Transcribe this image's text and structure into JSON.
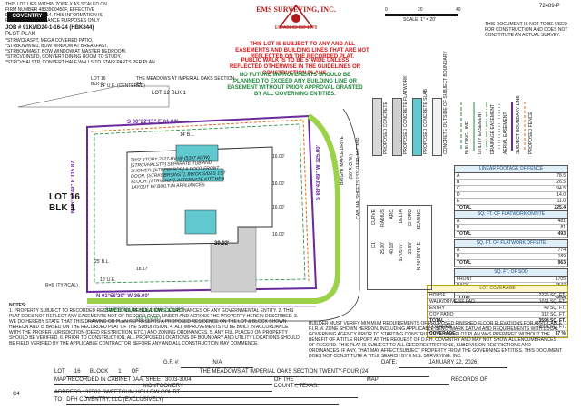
{
  "header": {
    "disclaimer_left": "THIS LOT LIES WITHIN ZONE X AS SCALED ON FIRM NUMBER 48339C0450F, EFFECTIVE DATE: APRIL 20, 2014. THIS INFORMATION IS FOR FLOOD INSURANCE PURPOSES ONLY AND IS NOT INTENDED TO IDENTIFY SPECIFIC FLOOD HAZARDS THAT MAY EXIST.",
    "builder_logo": "COVENTRY HOMES",
    "surveyor_name": "EMS SURVEYING, INC.",
    "surveyor_established": "ESTABLISHED 1978",
    "job_number": "72489-P",
    "scale_label": "SCALE: 1\" = 20'",
    "scale_ticks": [
      "0",
      "20",
      "40"
    ],
    "survey_note": "THIS DOCUMENT IS NOT TO BE USED FOR CONSTRUCTION AND DOES NOT CONSTITUTE AN ACTUAL SURVEY."
  },
  "job": {
    "job_line": "JOB # 91KMD24-1-16-24 (HBK844)",
    "plot_plan": "PLOT PLAN",
    "options": [
      "*STRWCEASPT, MEGA COVERED PATIO,",
      "*STRBOWWIN1, BOW WINDOW AT BREAKFAST,",
      "*STRBOWMAST, BOW WINDOW AT MASTER BEDROOM,",
      "*STRCVDINSTD, CONVERT DINING ROOM TO STUDY,",
      "*STRCVHALSTP, CONVERT HALF WALLS TO STAIR PARTS PER PLAN"
    ]
  },
  "notices": {
    "subject_to": "THIS LOT IS SUBJECT TO ANY AND ALL EASEMENTS AND BUILDING LINES THAT ARE NOT REFLECTED ON THE RECORDED PLAT.",
    "public_walk": "PUBLIC WALK IS TO BE 5' WIDE UNLESS REFLECTED OTHERWISE IN THE GUIDELINES OR CONSTRUCTION PLANS.",
    "future_improvements": "NO FUTURE IMPROVEMENTS SHOULD BE PLANNED TO EXCEED ANY BUILDING LINE OR EASEMENT WITHOUT PRIOR APPROVAL GRANTED BY ALL GOVERNING ENTITIES."
  },
  "legend_items": [
    "PROPOSED CONCRETE",
    "PROPOSED CONCRETE FLATWORK",
    "PROPOSED CONCRETE SLAB",
    "CONCRETE OUTSIDE OF SUBJECT BOUNDARY",
    "BUILDING LINE",
    "UTILITY EASEMENT",
    "DRAINAGE EASEMENT",
    "AERIAL EASEMENT",
    "SUBJECT BOUNDARY LINE",
    "PROPOSED FENCE"
  ],
  "fence_table": {
    "title": "LINEAR FOOTAGE OF FENCE",
    "rows": [
      [
        "A",
        "78.5"
      ],
      [
        "B",
        "26.5"
      ],
      [
        "C",
        "94.5"
      ],
      [
        "D",
        "14.0"
      ],
      [
        "E",
        "11.0"
      ]
    ],
    "total": [
      "TOTAL",
      "225.4"
    ]
  },
  "flatwork_onsite": {
    "title": "SQ. FT. OF FLATWORK ONSITE",
    "rows": [
      [
        "A",
        "481"
      ],
      [
        "B",
        "81"
      ]
    ],
    "total": [
      "TOTAL",
      "493"
    ]
  },
  "flatwork_offsite": {
    "title": "SQ. FT. OF FLATWORK OFFSITE",
    "rows": [
      [
        "A",
        "774"
      ],
      [
        "B",
        "189"
      ]
    ],
    "total": [
      "TOTAL",
      "963"
    ]
  },
  "sod": {
    "title": "SQ. FT. OF SOD",
    "rows": [
      [
        "FRONT",
        "1705"
      ],
      [
        "BACK",
        "2547"
      ],
      [
        "SIDE",
        "806"
      ]
    ],
    "total": [
      "TOTAL",
      "5058"
    ]
  },
  "lot_coverage": {
    "title": "LOT COVERAGE",
    "rows": [
      [
        "HOUSE",
        "2226 SQ. FT."
      ],
      [
        "WALK/DRIVE/SF PAD",
        "1011 SQ. FT."
      ],
      [
        "ENTRY",
        "49 SQ. FT."
      ],
      [
        "COV PATIO",
        "312 SQ. FT."
      ],
      [
        "TOTAL",
        "3598 SQ. FT."
      ],
      [
        "LOT AREA",
        "9591 SQ. FT."
      ],
      [
        "COVERAGE",
        "37 %"
      ]
    ]
  },
  "plan": {
    "block_label": "LOT 12 BLK 1",
    "top_labels": [
      "LOT 16",
      "BLK 1",
      "THE MEADOWS AT IMPERIAL OAKS SECTION 24"
    ],
    "bearing_top": "S 00°22'15\" E  61.02'",
    "bearing_bottom": "N 01°56'20\" W  36.00'",
    "bearing_left": "N 86°32'49\" E 115.87'",
    "bearing_right": "S 88°43'49\" W 125.00'",
    "lot_label_left": "LOT 16",
    "blk_label_left": "BLK 1",
    "house_text": "TWO STORY 2527-HV-90 (5397 AL/W) [STRCVHALSTP] SEPARATE TUB AND SHOWER, [STRPEKRDR] & FOOT FRONT DOOR, [STRKOBRSINST], BRICK SIDES 1ST FLOOR, [STRVLN2T], ALTERNATE KITCHEN LAYOUT W/ BUILT-IN APPLIANCES",
    "house_width": "39.92'",
    "easement_top": "14' U.E. (CENTERED)",
    "dims": [
      "14' B.L.",
      "16.00'",
      "16.00'",
      "16.00'",
      "16.00'",
      "25' B.L.",
      "18.17'",
      "10' U.E."
    ],
    "street_name": "BRIGHT MAPLE DRIVE",
    "street_row": "(50' R.O.W.)",
    "street_cab": "CAB. NA, SHEETS 1331/1332, M.C.M.R.",
    "radius": "R=5' (TYPICAL)",
    "bottom_street": "SWEETGUM HOLLOW COURT",
    "bottom_row": "(50' R.O.W.)",
    "curve_table": {
      "headers": [
        "CURVE",
        "RADIUS",
        "ARC",
        "DELTA",
        "CHORD",
        "BEARING"
      ],
      "row": [
        "C1",
        "25.00'",
        "40.18'",
        "92°05'07\"",
        "35.99'",
        "N 46°18'45\" E"
      ]
    }
  },
  "notes": {
    "title": "NOTES:",
    "body": "1. PROPERTY SUBJECT TO RECORDED RESTRICTIONS, REGULATIONS, & ORDINANCES OF ANY GOVERNMENTAL ENTITY. 2. THIS PLAT DOES NOT REFLECT ANY EASEMENTS NOT OF RECORD OVER, UNDER AND ACROSS THE PROPERTY HEREIN DESCRIBED. 3. WE DO HEREBY STATE THAT THIS DRAWING OR PLAN REPRESENTS A PROPOSED RESIDENCE ON THE LOT & BLOCK SHOWN HEREON AND IS BASED ON THE RECORDED PLAT OF THE SUBDIVISION. 4. ALL IMPROVEMENTS TO BE BUILT IN ACCORDANCE WITH THE PROPER JURISDICTION (DEED RESTRICTION, ETC.) AND ZONING ORDINANCES. 5. ANY FILL PLACED ON PROPERTY SHOULD BE VERIFIED. 6. PRIOR TO CONSTRUCTION, ALL PROPOSED LOCATIONS OF BOUNDARY AND UTILITY LOCATIONS SHOULD BE FIELD VERIFIED BY THE APPLICABLE CONTRACTOR BEFORE ANY AND ALL CONSTRUCTION MAY COMMENCE.",
    "builder_note": "BUILDER MUST VERIFY MINIMUM REQUIREMENTS OF PROPOSED FINISHED FLOOR ELEVATIONS FOR APPLICABLE F.I.R.M. ZONE SHOWN HEREON, INCLUDING APPLICABLE BENCHMARK DATUM AND REQUIREMENTS WITH LOCAL GOVERNING AGENCY PRIOR TO STARTING CONSTRUCTION. THIS PLOT PLAN WAS PREPARED WITHOUT THE BENEFIT OF A TITLE REPORT AT THE REQUEST OF D.F.H. COVENTRY AND MAY NOT SHOW ALL ENCUMBRANCES OF RECORD. THIS PLAT IS SUBJECT TO ALL DEED RESTRICTIONS, SUBDIVISION RESTRICTIONS AND ORDINANCES, IF ANY, THAT MAY AFFECT SUBJECT PROPERTY FROM THE GOVERNING ENTITIES. THIS DOCUMENT DOES NOT CONSTITUTE A TITLE SEARCH BY E.M.S. SURVEYING, INC."
  },
  "footer": {
    "gf_label": "G.F. #:",
    "gf_value": "N/A",
    "date_label": "DATE:",
    "date_value": "JANUARY 22, 2026",
    "lot_label": "LOT",
    "lot_value": "16",
    "block_label": "BLOCK",
    "block_value": "1",
    "of_label": "OF",
    "subdivision": "THE MEADOWS AT IMPERIAL OAKS SECTION TWENTY-FOUR (24)",
    "map_recorded": "MAP RECORDED IN CABINET 0AA, SHEET 3003-3004",
    "of_the": "OF THE",
    "map_records": "MAP",
    "records_of": "RECORDS OF",
    "county": "MONTGOMERY",
    "county_suffix": "COUNTY, TEXAS.",
    "address_label": "ADDRESS :",
    "address_value": "32502 SWEETGUM HOLLOW COURT",
    "to_label": "TO :",
    "to_value": "DFH COVENTRY, LLC   (EXCLUSIVELY)",
    "page_mark": "C4"
  },
  "colors": {
    "red_text": "#d11414",
    "green_text": "#1f8a3a",
    "boundary": "#6a2a9a",
    "easement": "#1f8a3a",
    "fence": "#e2671d",
    "slab": "#5fc9cf",
    "flatwork": "#cfcfcf"
  }
}
